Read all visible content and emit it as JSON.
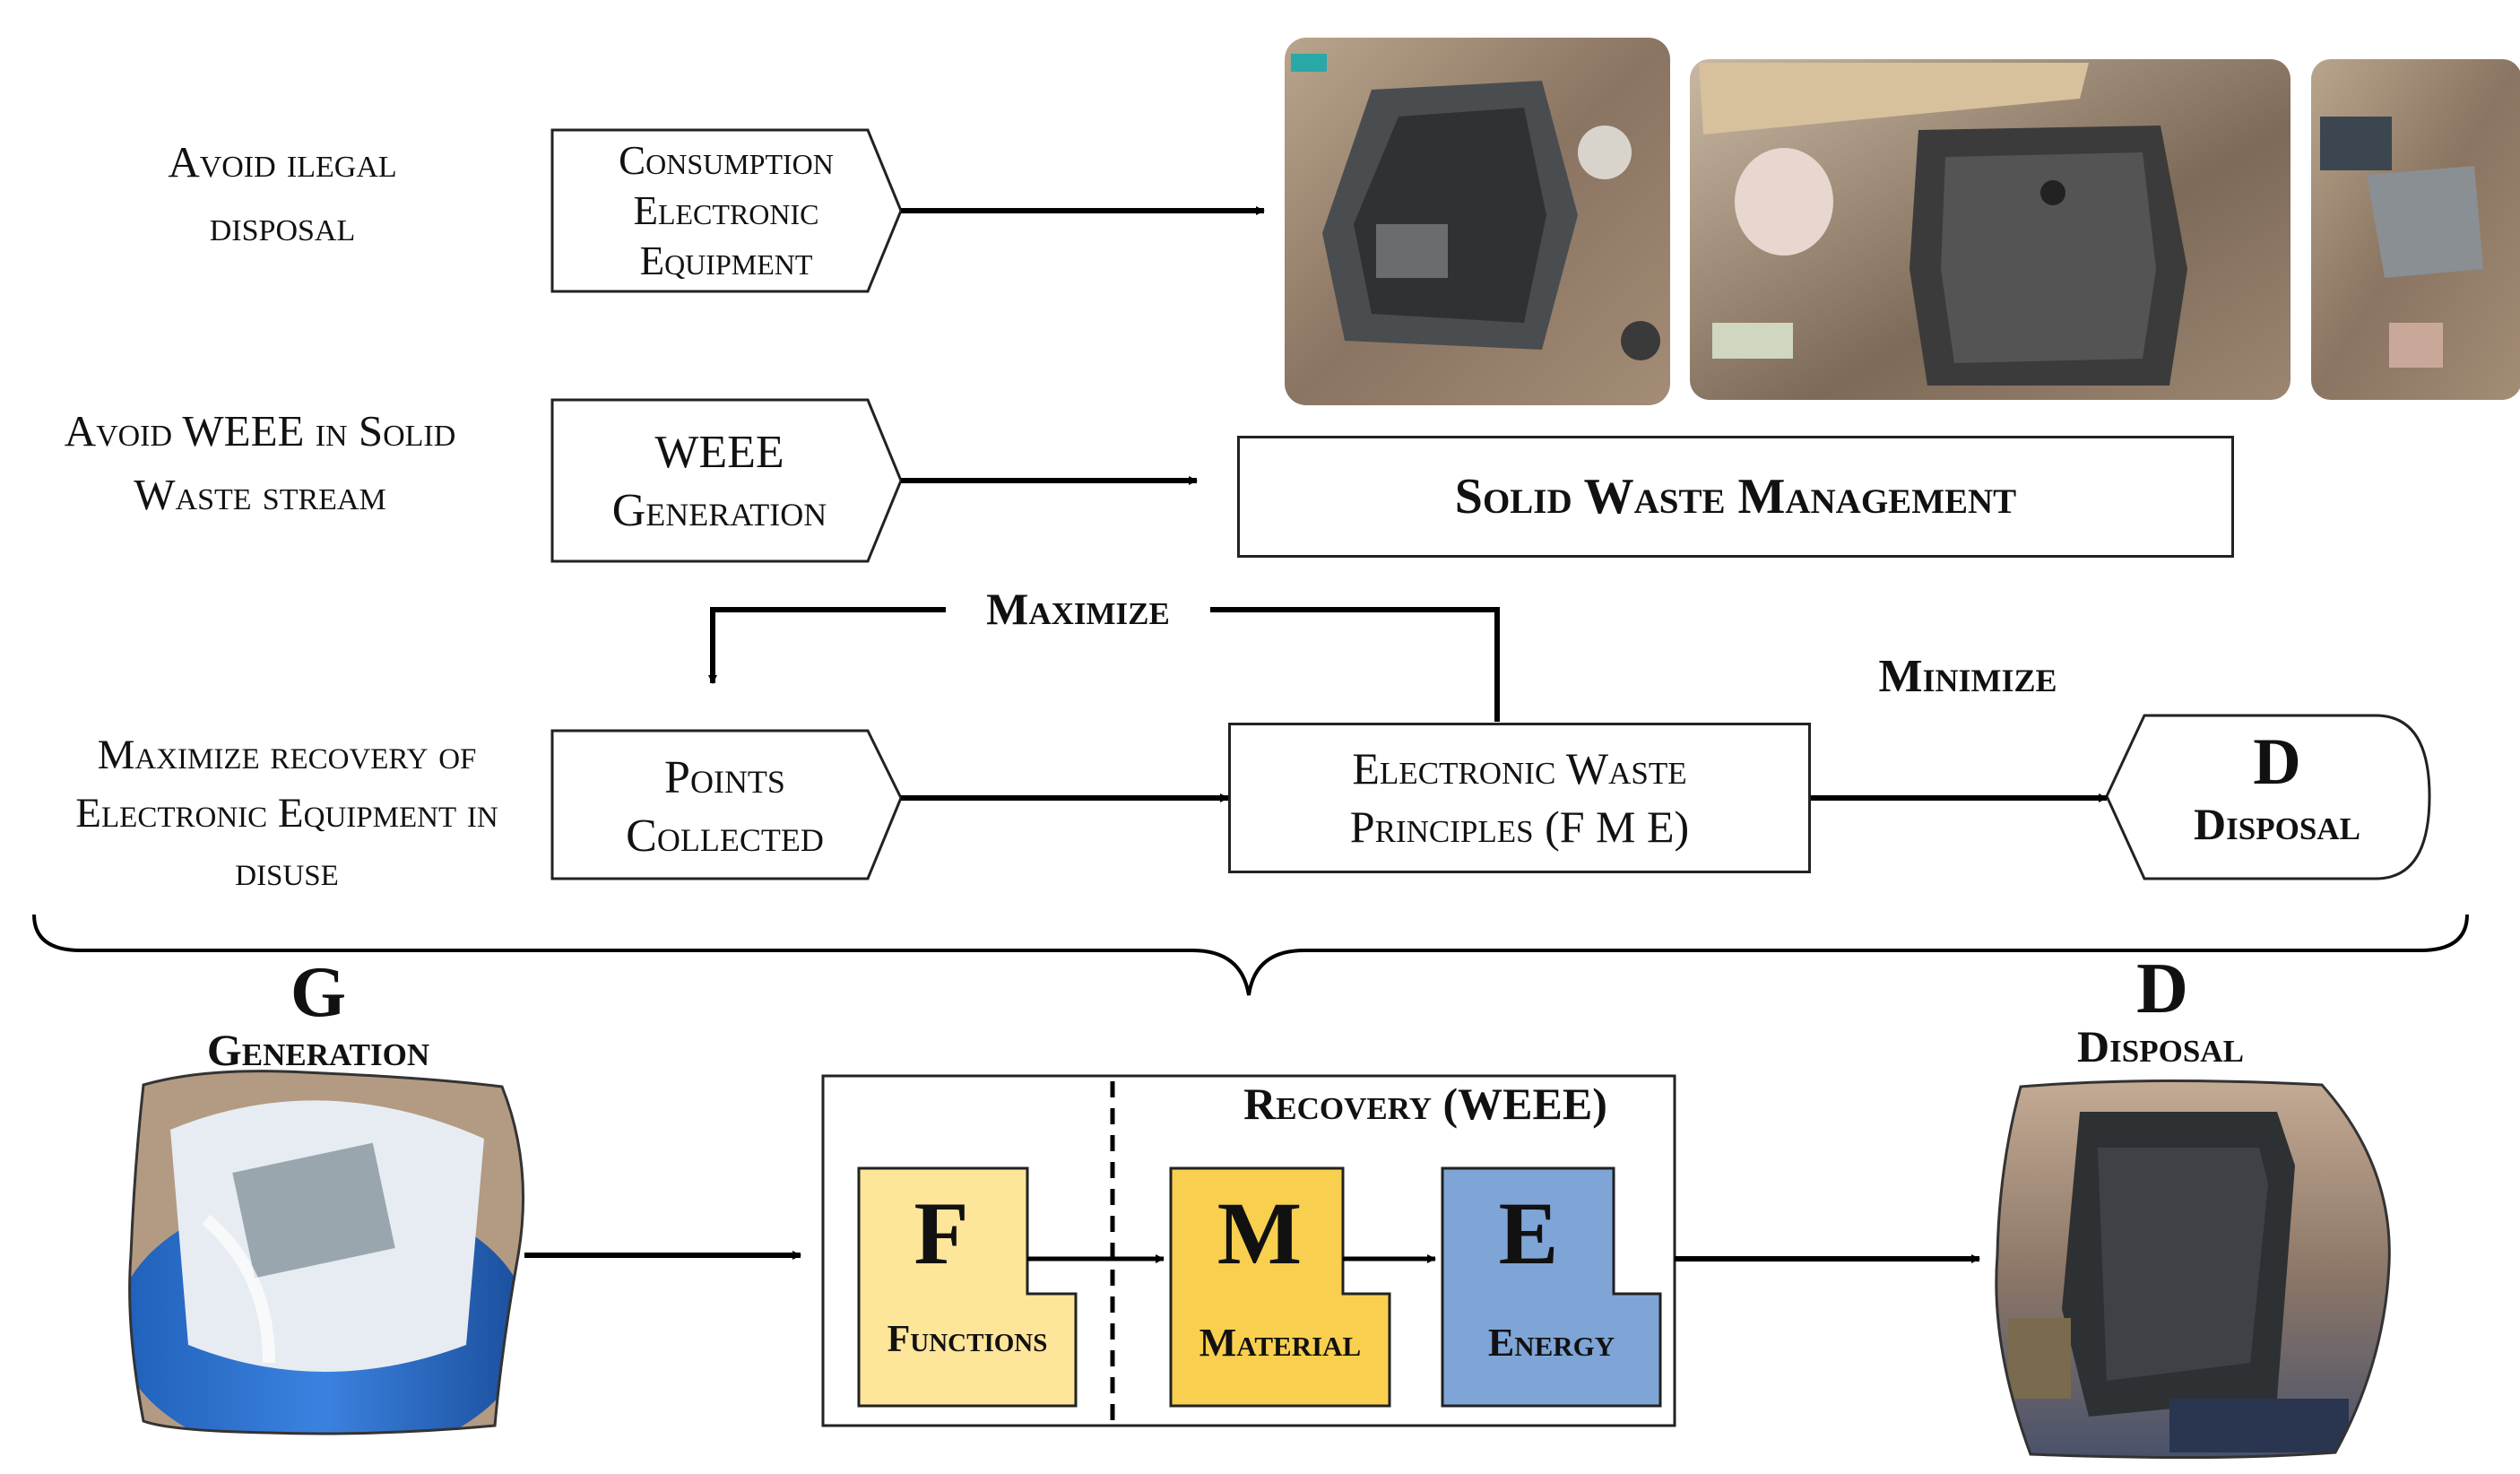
{
  "goals": {
    "avoid_illegal": "Avoid ilegal disposal",
    "avoid_weee": "Avoid WEEE in Solid Waste stream",
    "maximize_recovery": "Maximize recovery of Electronic Equipment in disuse"
  },
  "flow": {
    "consumption": "Consumption Electronic Equipment",
    "weee_generation": "WEEE Generation",
    "solid_waste": "Solid Waste Management",
    "points_collected": "Points Collected",
    "principles": "Electronic Waste Principles (F M E)",
    "maximize": "Maximize",
    "minimize": "Minimize",
    "disposal_letter": "D",
    "disposal_label": "Disposal"
  },
  "bottom": {
    "generation_letter": "G",
    "generation_label": "Generation",
    "disposal_letter": "D",
    "disposal_label": "Disposal",
    "recovery_title": "Recovery (WEEE)",
    "f_letter": "F",
    "f_label": "Functions",
    "m_letter": "M",
    "m_label": "Material",
    "e_letter": "E",
    "e_label": "Energy"
  },
  "colors": {
    "functions": "#fde59a",
    "material": "#f9cf4f",
    "energy": "#7fa4d6"
  }
}
